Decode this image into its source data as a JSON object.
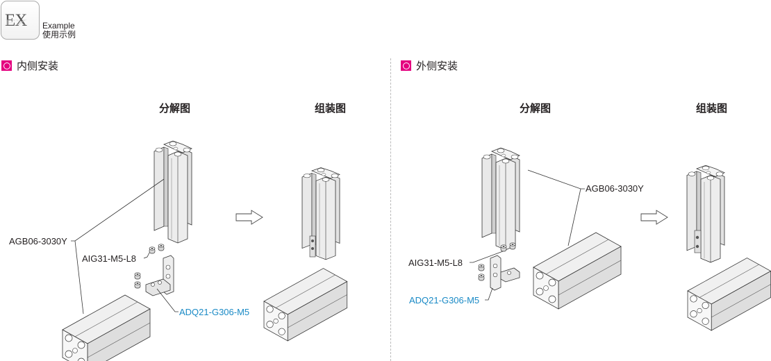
{
  "example_badge": {
    "text": "EX",
    "label_en": "Example",
    "label_cn": "使用示例"
  },
  "colors": {
    "bullet": "#e4007f",
    "part_highlight": "#1a8ac6",
    "text": "#231f20",
    "profile_fill": "#e8e8e8",
    "profile_stroke": "#333333"
  },
  "sections": [
    {
      "title": "内侧安装",
      "bullet_icon": "pink-square-circle-icon",
      "exploded_label": "分解图",
      "assembled_label": "组装图",
      "callouts": {
        "profile": "AGB06-3030Y",
        "screw": "AIG31-M5-L8",
        "bracket": "ADQ21-G306-M5"
      }
    },
    {
      "title": "外侧安装",
      "bullet_icon": "pink-square-circle-icon",
      "exploded_label": "分解图",
      "assembled_label": "组装图",
      "callouts": {
        "profile": "AGB06-3030Y",
        "screw": "AIG31-M5-L8",
        "bracket": "ADQ21-G306-M5"
      }
    }
  ]
}
